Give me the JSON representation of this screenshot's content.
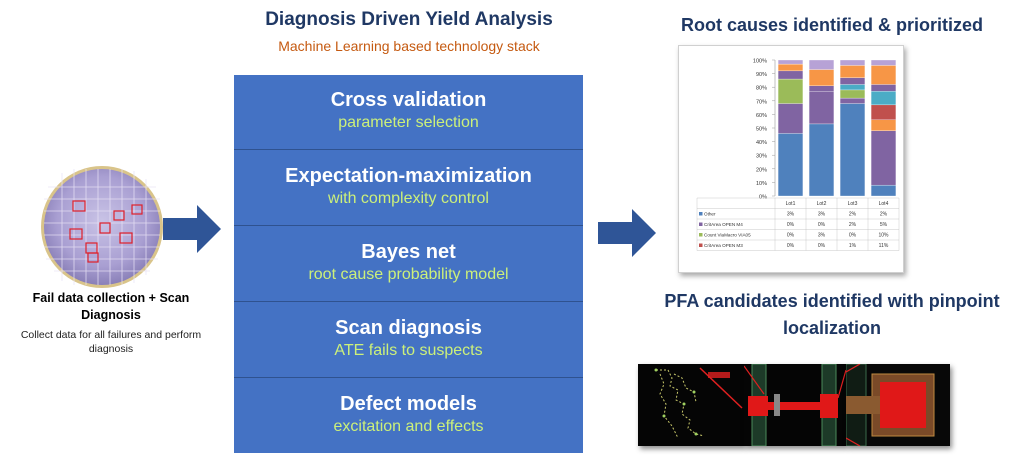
{
  "center": {
    "title": "Diagnosis Driven Yield Analysis",
    "subtitle": "Machine Learning based technology stack",
    "layers": [
      {
        "main": "Cross validation",
        "sub": "parameter selection"
      },
      {
        "main": "Expectation-maximization",
        "sub": "with complexity control"
      },
      {
        "main": "Bayes net",
        "sub": "root cause probability model"
      },
      {
        "main": "Scan diagnosis",
        "sub": "ATE fails to suspects"
      },
      {
        "main": "Defect models",
        "sub": "excitation and effects"
      }
    ]
  },
  "left": {
    "title": "Fail data collection + Scan Diagnosis",
    "description": "Collect data for all failures and perform diagnosis"
  },
  "right": {
    "root_cause_title": "Root causes identified & prioritized",
    "pfa_title": "PFA candidates identified with pinpoint localization"
  },
  "colors": {
    "stack": "#4472c4",
    "title": "#1f3864",
    "subtitle": "#c55a11",
    "layer_sub": "#ccf07a",
    "arrow": "#2f5597"
  },
  "chart_data": {
    "type": "bar",
    "stacked": true,
    "categories": [
      "Lot1",
      "Lot2",
      "Lot3",
      "Lot4"
    ],
    "ylim": [
      0,
      100
    ],
    "yticks": [
      "0%",
      "10%",
      "20%",
      "30%",
      "40%",
      "50%",
      "60%",
      "70%",
      "80%",
      "90%",
      "100%"
    ],
    "series": [
      {
        "values": [
          46,
          53,
          68,
          8
        ],
        "color": "#4f81bd"
      },
      {
        "values": [
          22,
          24,
          4,
          40
        ],
        "color": "#8064a2"
      },
      {
        "values": [
          0,
          0,
          0,
          8
        ],
        "color": "#f79646"
      },
      {
        "values": [
          0,
          0,
          0,
          11
        ],
        "color": "#c0504d"
      },
      {
        "values": [
          18,
          0,
          6,
          0
        ],
        "color": "#9bbb59"
      },
      {
        "values": [
          0,
          0,
          4,
          10
        ],
        "color": "#4bacc6"
      },
      {
        "values": [
          6,
          4,
          5,
          5
        ],
        "color": "#8064a2"
      },
      {
        "values": [
          5,
          12,
          9,
          14
        ],
        "color": "#f79646"
      },
      {
        "values": [
          3,
          7,
          4,
          4
        ],
        "color": "#b7a2d6"
      }
    ],
    "table_rows": [
      {
        "name": "Other",
        "color": "#4f81bd",
        "values": [
          "3%",
          "3%",
          "2%",
          "2%"
        ]
      },
      {
        "name": "CritArea OPEN M4",
        "color": "#8064a2",
        "values": [
          "0%",
          "0%",
          "2%",
          "5%"
        ]
      },
      {
        "name": "Count ViaMacro VIA05",
        "color": "#9bbb59",
        "values": [
          "0%",
          "3%",
          "0%",
          "10%"
        ]
      },
      {
        "name": "CritArea OPEN M3",
        "color": "#c0504d",
        "values": [
          "0%",
          "0%",
          "1%",
          "11%"
        ]
      }
    ]
  }
}
